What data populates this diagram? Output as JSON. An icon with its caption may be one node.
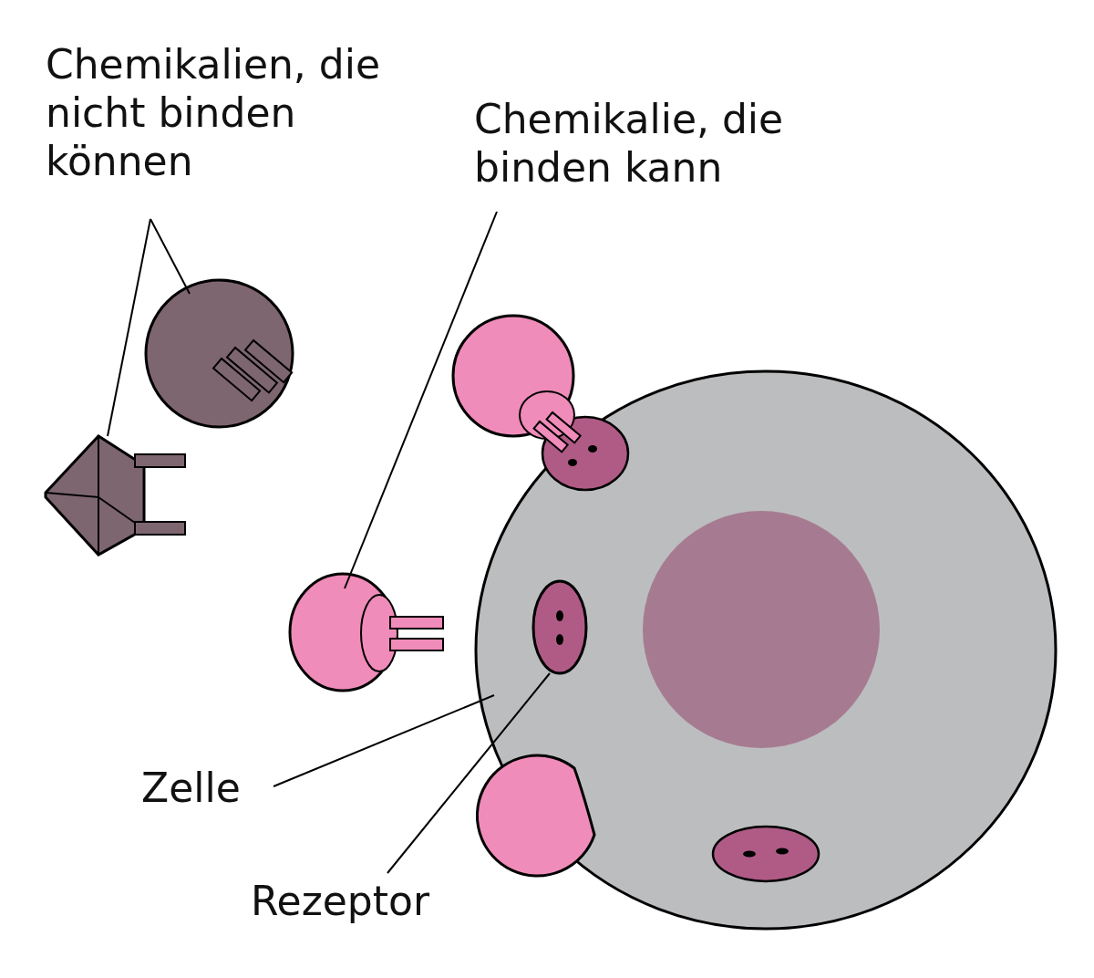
{
  "diagram": {
    "nodes": [
      {
        "text": [
          "Chemikalien, die nicht binden können"
        ]
      },
      {
        "text": [],
        "shape": "circle"
      },
      {
        "text": [],
        "shape": "box"
      },
      {
        "text": [
          "Chemikalie, die binden kann"
        ]
      },
      {
        "text": [],
        "shape": "circle"
      },
      {
        "text": [],
        "shape": "circle"
      },
      {
        "text": [],
        "shape": "circle",
        "in": 5
      },
      {
        "text": [
          "Zelle"
        ]
      },
      {
        "text": [
          "Rezeptor"
        ]
      }
    ],
    "edges": [
      {
        "from": 0,
        "to": 1,
        "arrow": "none"
      },
      {
        "from": 0,
        "to": 2,
        "arrow": "none"
      },
      {
        "from": 3,
        "to": 4,
        "arrow": "none"
      },
      {
        "from": 7,
        "to": 5,
        "arrow": "none"
      },
      {
        "from": 8,
        "to": 6,
        "arrow": "none"
      }
    ]
  }
}
